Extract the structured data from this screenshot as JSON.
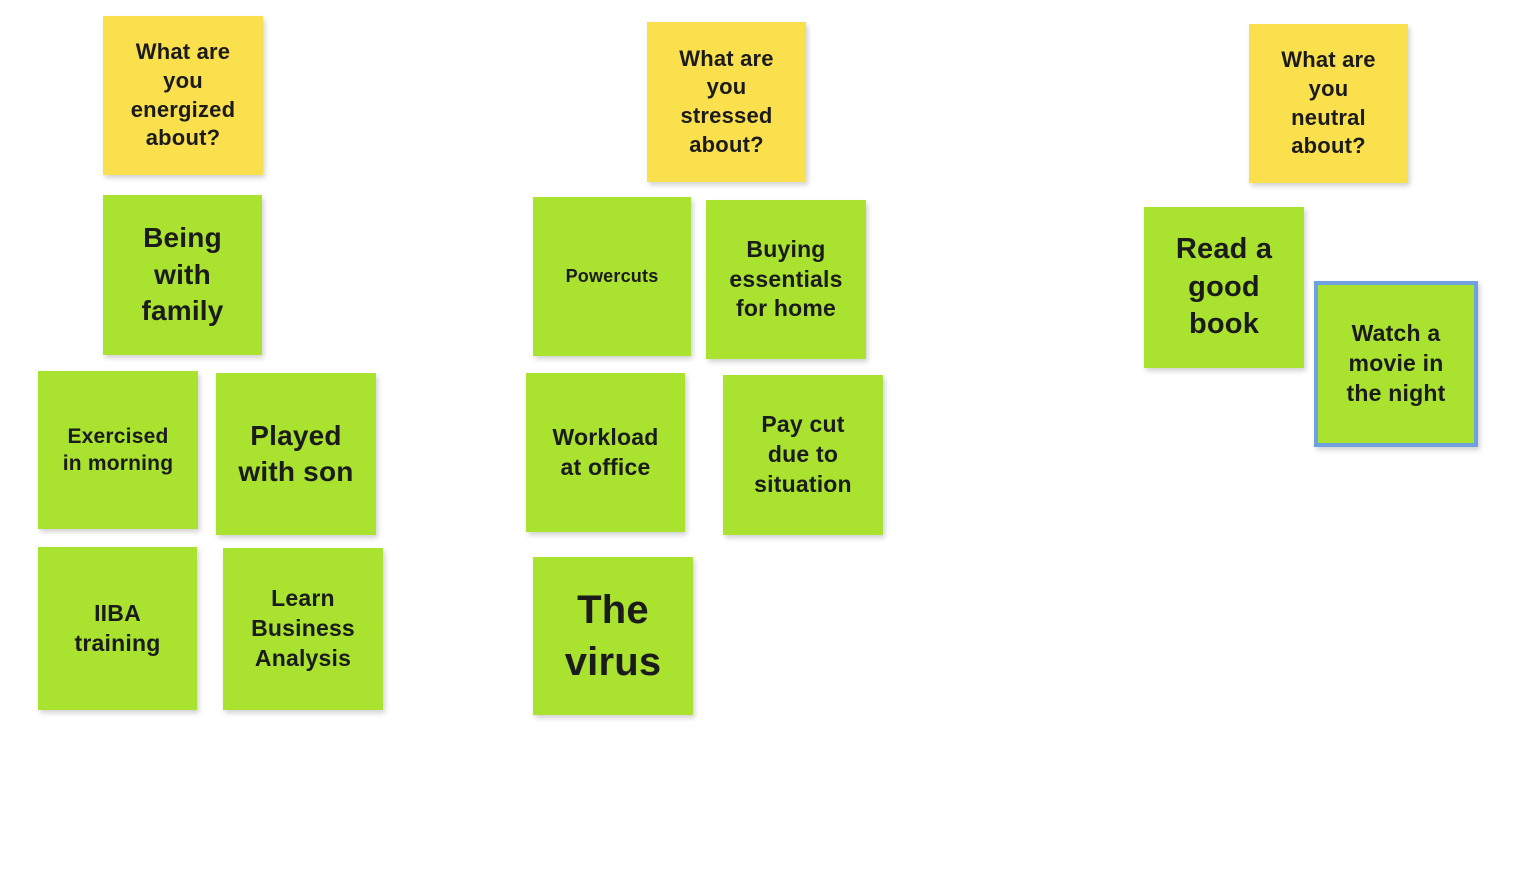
{
  "colors": {
    "question_note_fill": "#FAE04D",
    "answer_note_fill": "#A9E22F",
    "selection_border": "#6FA0E0",
    "note_text": "#1B1B1B",
    "canvas_background": "#FFFFFF"
  },
  "groups": {
    "energized": {
      "question": "What are you energized about?",
      "answers": {
        "being_with_family": "Being with family",
        "exercised_in_morning": "Exercised in morning",
        "played_with_son": "Played with son",
        "iiba_training": "IIBA training",
        "learn_business_analysis": "Learn Business Analysis"
      }
    },
    "stressed": {
      "question": "What are you stressed about?",
      "answers": {
        "powercuts": "Powercuts",
        "buying_essentials": "Buying essentials for home",
        "workload_at_office": "Workload at office",
        "pay_cut": "Pay cut due to situation",
        "the_virus": "The virus"
      }
    },
    "neutral": {
      "question": "What are you neutral about?",
      "answers": {
        "read_a_good_book": "Read a good book",
        "watch_a_movie": "Watch a movie in the night"
      }
    }
  },
  "state": {
    "selected_note": "Watch a movie in the night"
  }
}
